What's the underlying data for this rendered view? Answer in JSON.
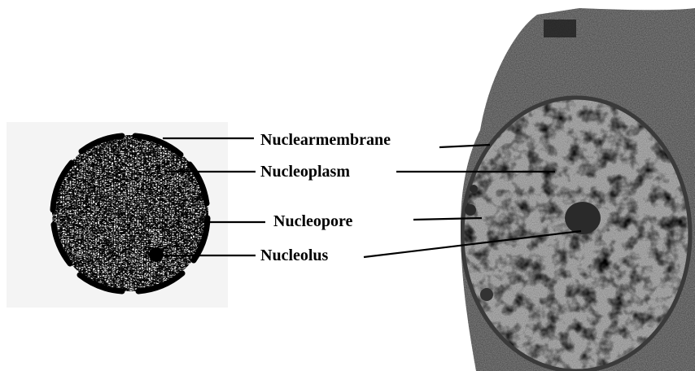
{
  "labels": {
    "nuclear_membrane": "Nuclearmembrane",
    "nucleoplasm": "Nucleoplasm",
    "nucleopore": "Nucleopore",
    "nucleolus": "Nucleolus"
  },
  "colors": {
    "ink": "#000000",
    "micrograph_base": "#8c8c8c",
    "nucleus_interior": "#b8b8b8",
    "chromatin": "#3a3a3a"
  }
}
